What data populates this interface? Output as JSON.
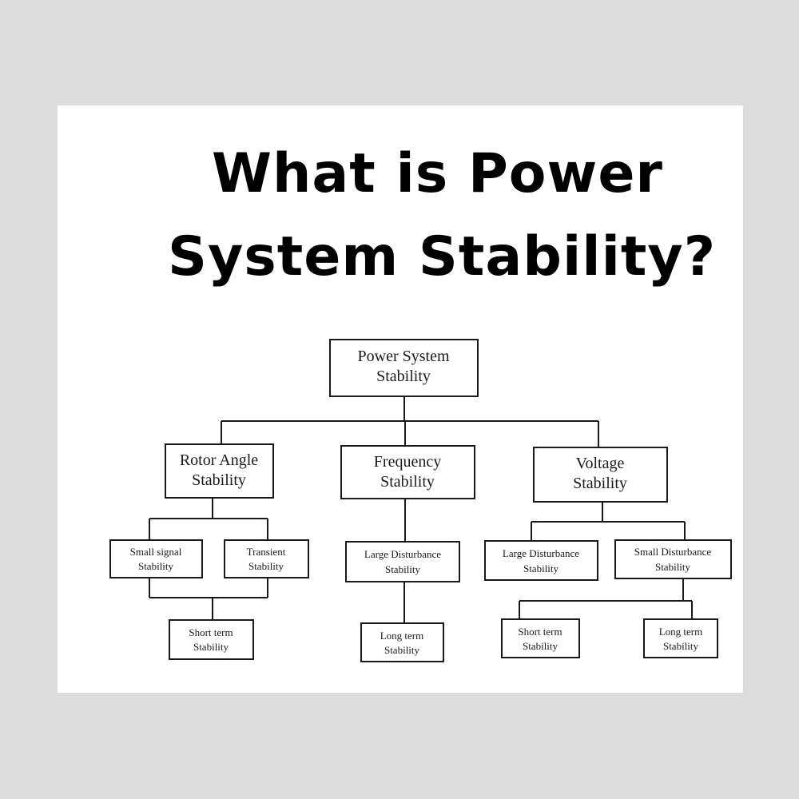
{
  "title": {
    "line1": "What is Power",
    "line2": "System Stability?"
  },
  "diagram": {
    "root": {
      "line1": "Power System",
      "line2": "Stability"
    },
    "rotor_angle": {
      "line1": "Rotor Angle",
      "line2": "Stability"
    },
    "frequency": {
      "line1": "Frequency",
      "line2": "Stability"
    },
    "voltage": {
      "line1": "Voltage",
      "line2": "Stability"
    },
    "small_signal": {
      "line1": "Small signal",
      "line2": "Stability"
    },
    "transient": {
      "line1": "Transient",
      "line2": "Stability"
    },
    "rotor_short_term": {
      "line1": "Short term",
      "line2": "Stability"
    },
    "freq_large_disturbance": {
      "line1": "Large Disturbance",
      "line2": "Stability"
    },
    "freq_long_term": {
      "line1": "Long term",
      "line2": "Stability"
    },
    "volt_large_disturbance": {
      "line1": "Large Disturbance",
      "line2": "Stability"
    },
    "volt_small_disturbance": {
      "line1": "Small Disturbance",
      "line2": "Stability"
    },
    "volt_short_term": {
      "line1": "Short term",
      "line2": "Stability"
    },
    "volt_long_term": {
      "line1": "Long term",
      "line2": "Stability"
    }
  }
}
